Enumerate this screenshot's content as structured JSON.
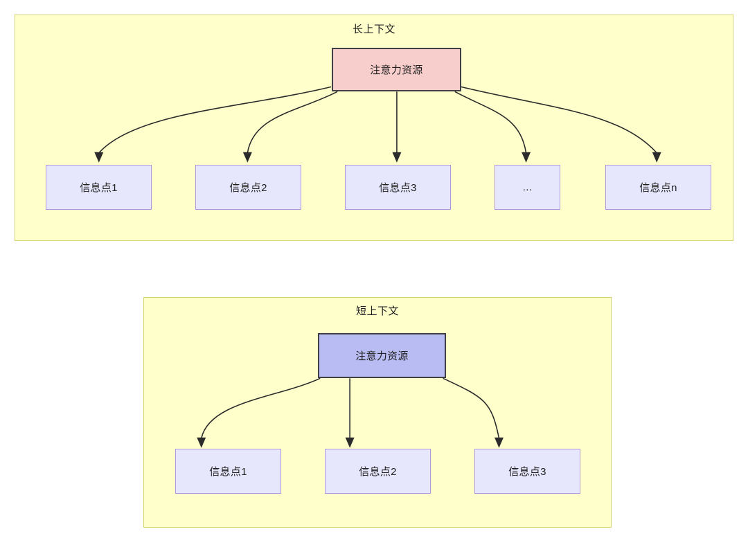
{
  "diagram": {
    "kind": "flowchart",
    "background": "#ffffff",
    "panels": [
      {
        "id": "long-context",
        "title": "长上下文",
        "fill": "#ffffcc",
        "stroke": "#d6d66e",
        "root": {
          "label": "注意力资源",
          "fill": "#f8cecc",
          "stroke": "#3f3f46"
        },
        "children": [
          {
            "label": "信息点1",
            "fill": "#e6e6fc",
            "stroke": "#b197e0"
          },
          {
            "label": "信息点2",
            "fill": "#e6e6fc",
            "stroke": "#b197e0"
          },
          {
            "label": "信息点3",
            "fill": "#e6e6fc",
            "stroke": "#b197e0"
          },
          {
            "label": "...",
            "fill": "#e6e6fc",
            "stroke": "#b197e0"
          },
          {
            "label": "信息点n",
            "fill": "#e6e6fc",
            "stroke": "#b197e0"
          }
        ]
      },
      {
        "id": "short-context",
        "title": "短上下文",
        "fill": "#ffffcc",
        "stroke": "#d6d66e",
        "root": {
          "label": "注意力资源",
          "fill": "#b9bcf2",
          "stroke": "#3f3f46"
        },
        "children": [
          {
            "label": "信息点1",
            "fill": "#e6e6fc",
            "stroke": "#b197e0"
          },
          {
            "label": "信息点2",
            "fill": "#e6e6fc",
            "stroke": "#b197e0"
          },
          {
            "label": "信息点3",
            "fill": "#e6e6fc",
            "stroke": "#b197e0"
          }
        ]
      }
    ]
  }
}
